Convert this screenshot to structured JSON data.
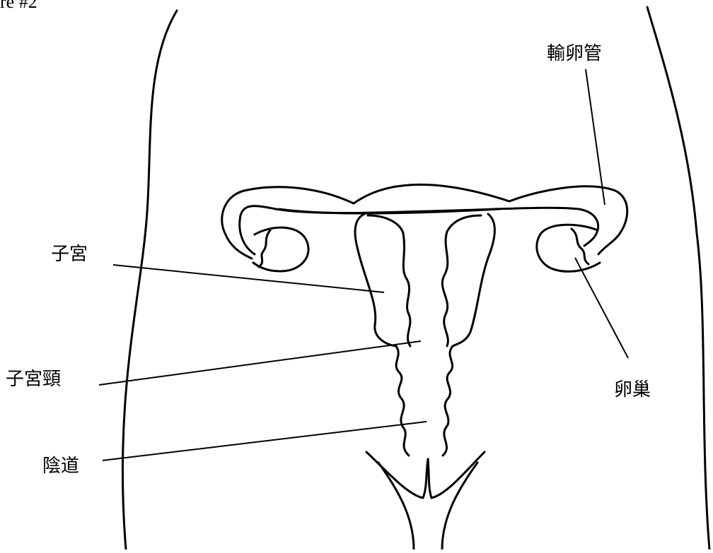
{
  "figure": {
    "caption_fragment": "re #2"
  },
  "labels": {
    "fallopian_tube": "輸卵管",
    "uterus": "子宮",
    "cervix": "子宮頸",
    "vagina": "陰道",
    "ovary": "卵巢"
  }
}
